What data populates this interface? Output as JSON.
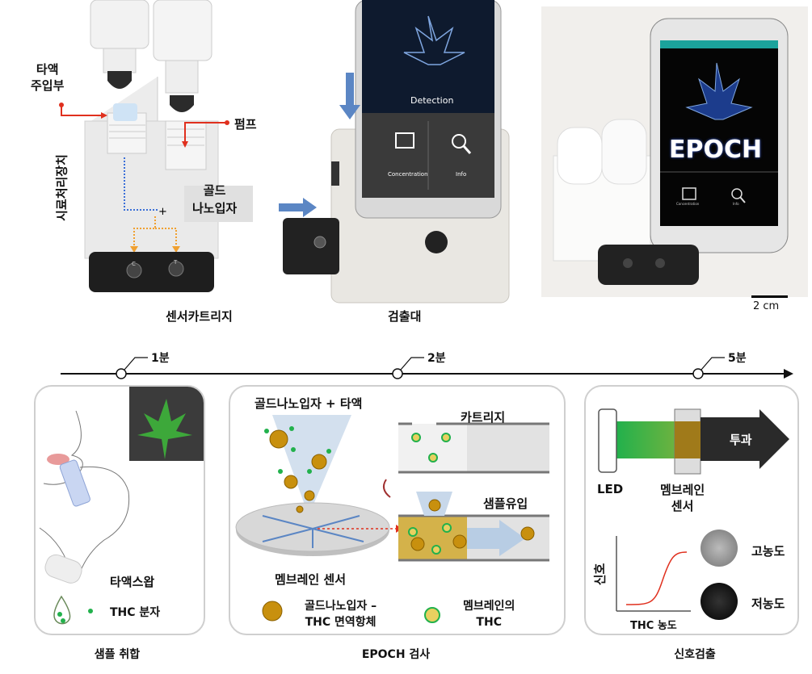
{
  "top": {
    "device_labels": {
      "saliva_inlet": [
        "타액",
        "주입부"
      ],
      "pump": "펌프",
      "sample_processor": "시료처리장치",
      "gold_nanoparticles": [
        "골드",
        "나노입자"
      ],
      "sensor_cartridge": "센서카트리지",
      "cartridge_letters": [
        "C",
        "T"
      ]
    },
    "detector": {
      "caption": "검출대",
      "screen_title": "Detection",
      "buttons": [
        "Concentration",
        "Info"
      ]
    },
    "app_photo": {
      "logo_text": "EPOCH",
      "buttons": [
        "Concentration",
        "Info"
      ],
      "scale_bar": "2 cm"
    }
  },
  "timeline": {
    "marks": [
      "1분",
      "2분",
      "5분"
    ]
  },
  "panels": [
    {
      "caption": "샘플 취합",
      "legend": [
        "타액스왑",
        "THC 분자"
      ]
    },
    {
      "caption": "EPOCH 검사",
      "top_label": "골드나노입자 + 타액",
      "membrane_label": "멤브레인 센서",
      "cartridge_label": "카트리지",
      "inflow_label": "샘플유입",
      "legend": [
        {
          "lines": [
            "골드나노입자 –",
            "THC 면역항체"
          ]
        },
        {
          "lines": [
            "멤브레인의",
            "THC"
          ]
        }
      ]
    },
    {
      "caption": "신호검출",
      "led_label": "LED",
      "membrane_label": [
        "멤브레인",
        "센서"
      ],
      "transmit_label": "투과",
      "graph_ylabel": "신호",
      "graph_xlabel": "THC 농도",
      "high_label": "고농도",
      "low_label": "저농도"
    }
  ],
  "colors": {
    "accent_red": "#e0301e",
    "dotted_blue": "#3a6fd8",
    "dotted_orange": "#f0a030",
    "arrow_blue": "#5b86c4",
    "gold": "#c8900e",
    "led_green": "#22b14c"
  }
}
